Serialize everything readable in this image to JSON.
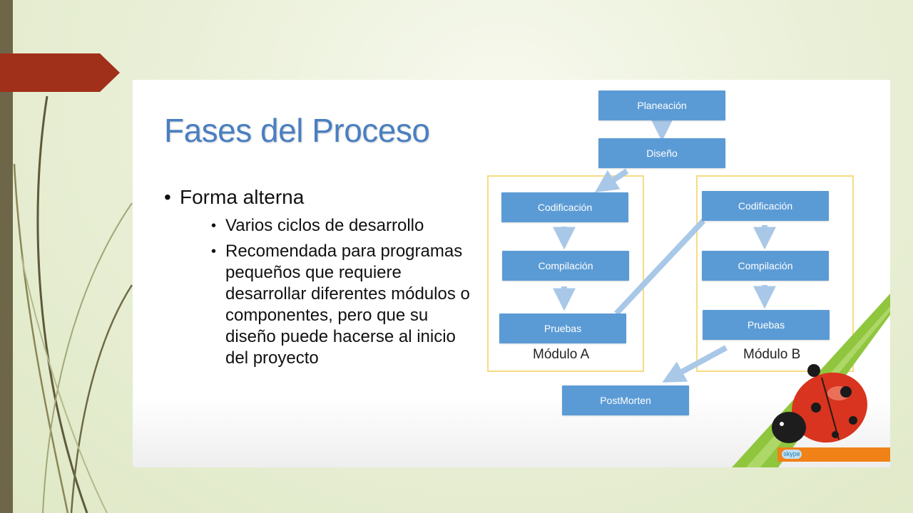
{
  "slide": {
    "title": "Fases del Proceso",
    "bullet_main": "Forma alterna",
    "sub_bullets": [
      "Varios ciclos de desarrollo",
      "Recomendada para programas pequeños que requiere desarrollar diferentes módulos o componentes, pero que su diseño puede hacerse al inicio del proyecto"
    ]
  },
  "diagram": {
    "nodes": {
      "planeacion": "Planeación",
      "diseno": "Diseño",
      "a_codificacion": "Codificación",
      "a_compilacion": "Compilación",
      "a_pruebas": "Pruebas",
      "b_codificacion": "Codificación",
      "b_compilacion": "Compilación",
      "b_pruebas": "Pruebas",
      "postmorten": "PostMorten"
    },
    "modules": {
      "a": "Módulo A",
      "b": "Módulo B"
    },
    "colors": {
      "node": "#5b9bd5",
      "arrow": "#a9c8e8",
      "module_border": "#f5dc84",
      "title": "#4a7fc1"
    }
  },
  "decor": {
    "accent_tab_color": "#a0301a",
    "left_bar_color": "#6e6649",
    "skype_label": "skype"
  }
}
